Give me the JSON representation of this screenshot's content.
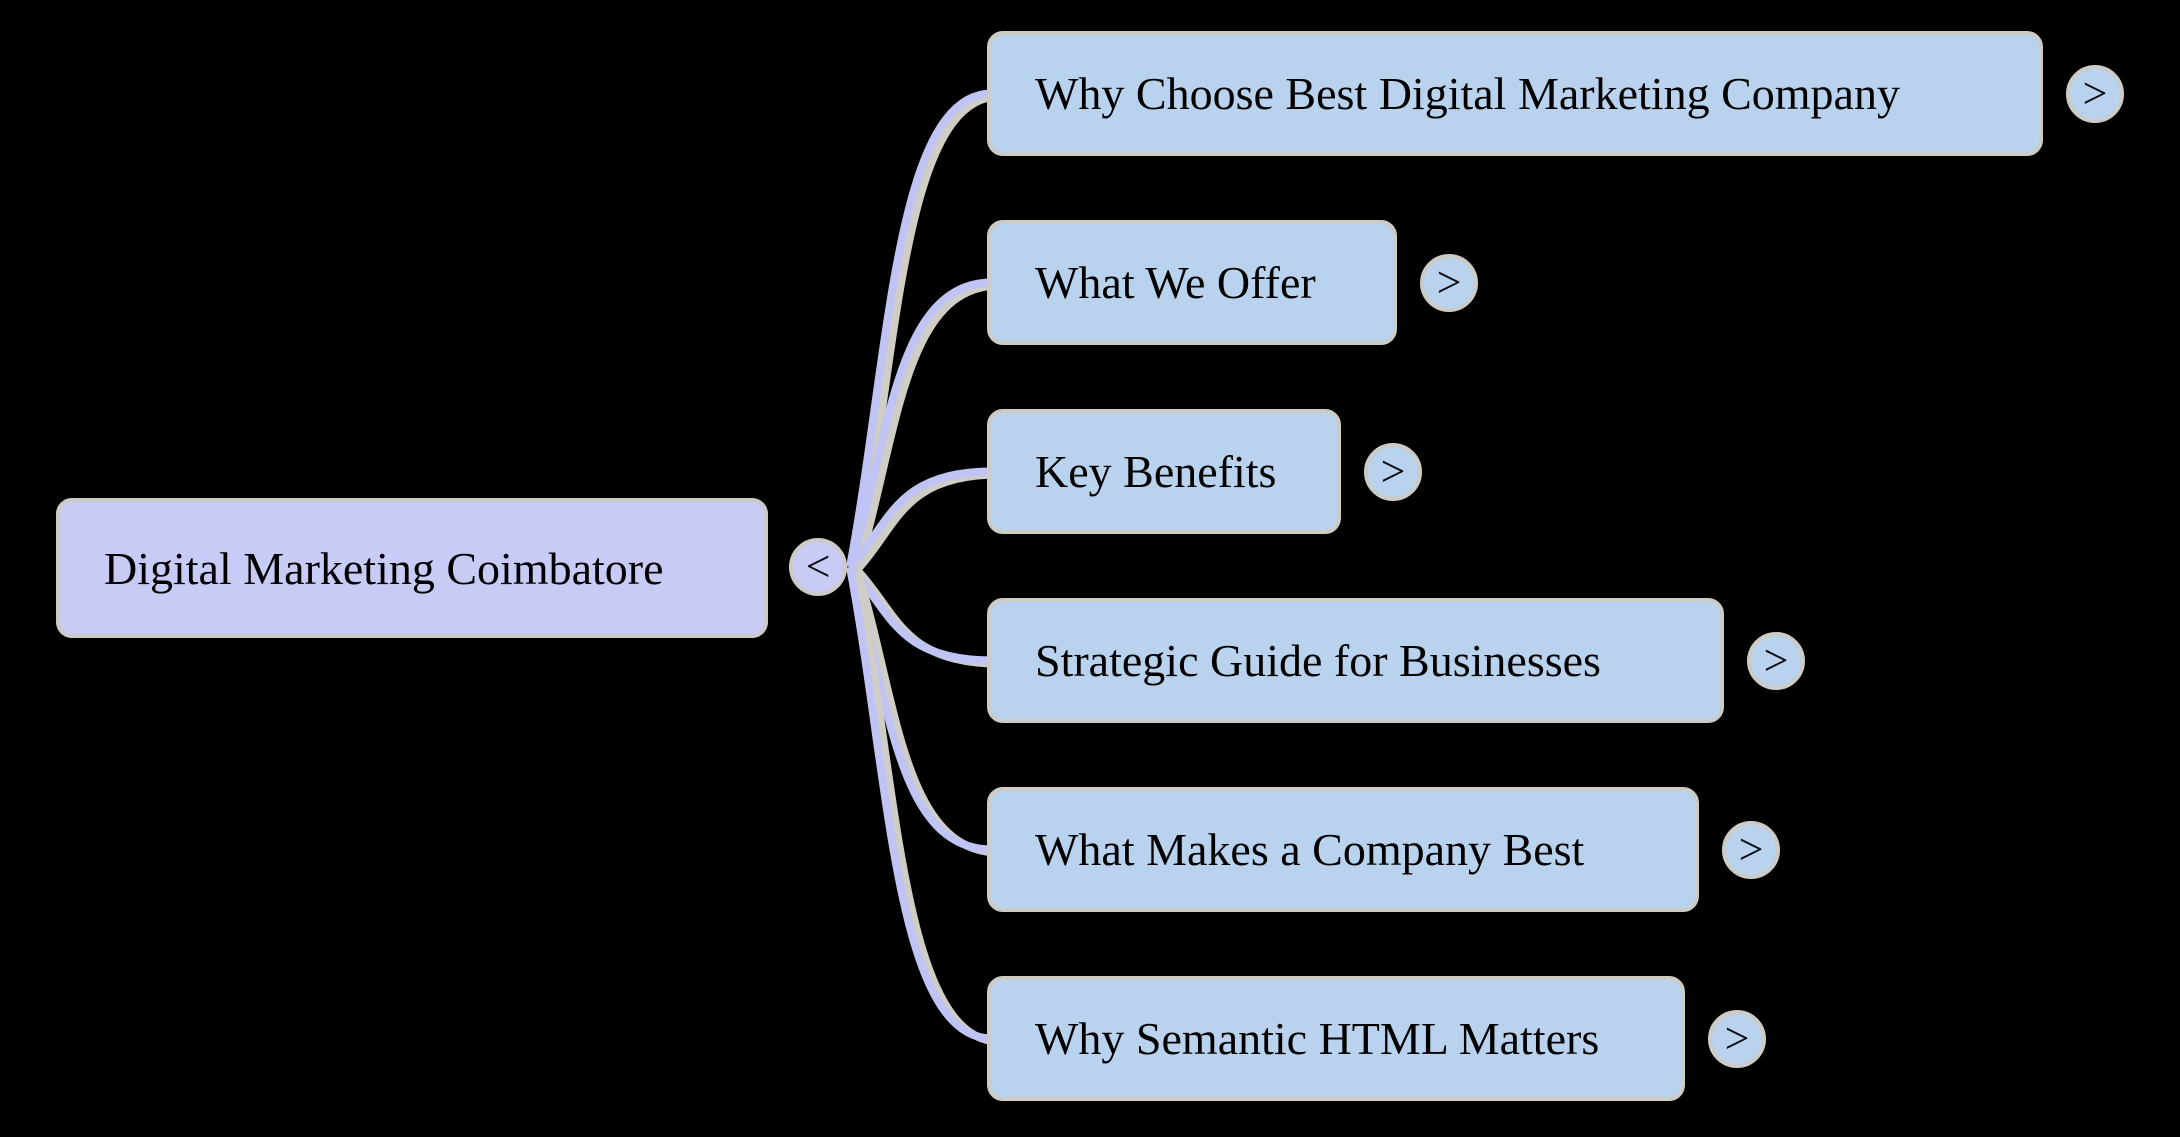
{
  "diagram": {
    "type": "mindmap",
    "background_color": "#000000",
    "root": {
      "label": "Digital Marketing Coimbatore",
      "collapse_label": "<"
    },
    "children": [
      {
        "label": "Why Choose Best Digital Marketing Company",
        "expand_label": ">"
      },
      {
        "label": "What We Offer",
        "expand_label": ">"
      },
      {
        "label": "Key Benefits",
        "expand_label": ">"
      },
      {
        "label": "Strategic Guide for Businesses",
        "expand_label": ">"
      },
      {
        "label": "What Makes a Company Best",
        "expand_label": ">"
      },
      {
        "label": "Why Semantic HTML Matters",
        "expand_label": ">"
      }
    ],
    "colors": {
      "root_fill": "#c9cbf7",
      "child_fill": "#b9d3ee",
      "connector": "#c0c4f4",
      "connector_shadow": "#cfcdc6",
      "border": "#cdcbc5",
      "text": "#000000"
    }
  }
}
